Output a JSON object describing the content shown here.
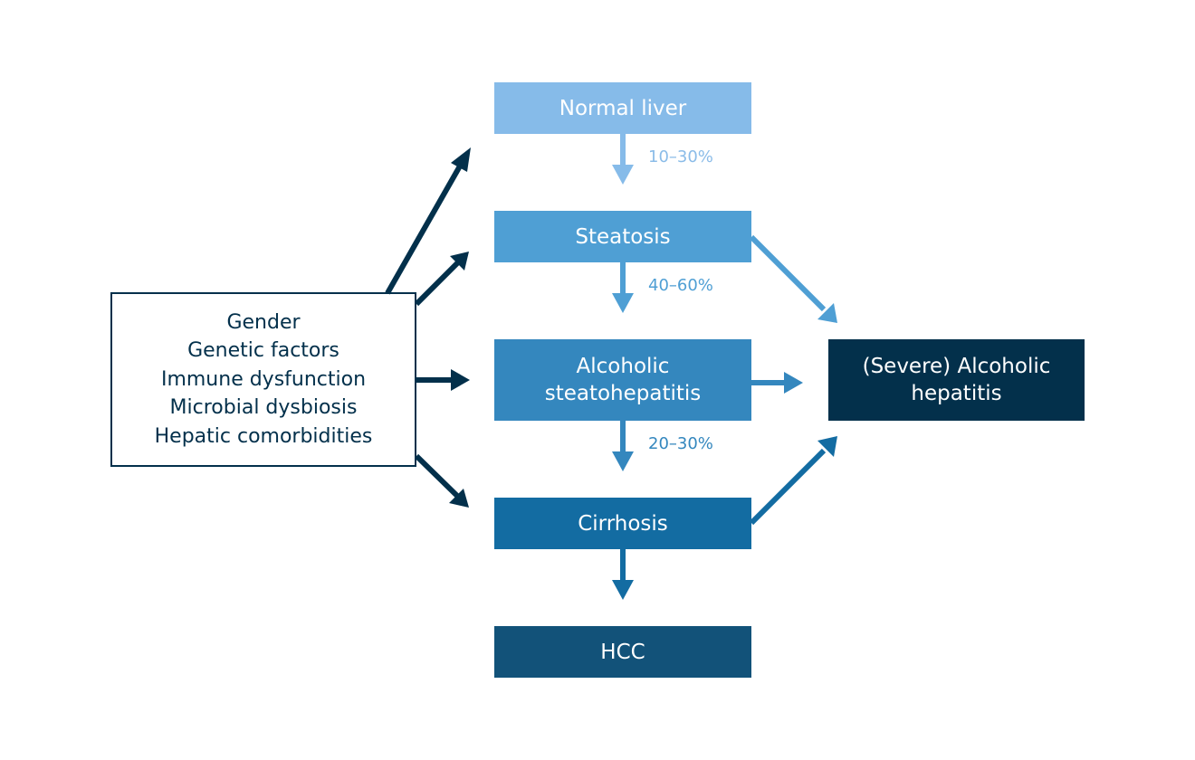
{
  "colors": {
    "normal": "#86bbe9",
    "steatosis": "#4f9fd4",
    "ash": "#3487be",
    "cirrhosis": "#136ca2",
    "hcc": "#125279",
    "severe": "#03304b",
    "factors": "#03304b"
  },
  "stages": {
    "normal": "Normal liver",
    "steatosis": "Steatosis",
    "ash_line1": "Alcoholic",
    "ash_line2": "steatohepatitis",
    "cirrhosis": "Cirrhosis",
    "hcc": "HCC"
  },
  "severe": {
    "line1": "(Severe) Alcoholic",
    "line2": "hepatitis"
  },
  "transitions": {
    "normal_to_steatosis": "10–30%",
    "steatosis_to_ash": "40–60%",
    "ash_to_cirrhosis": "20–30%"
  },
  "factors": [
    "Gender",
    "Genetic factors",
    "Immune dysfunction",
    "Microbial dysbiosis",
    "Hepatic comorbidities"
  ]
}
